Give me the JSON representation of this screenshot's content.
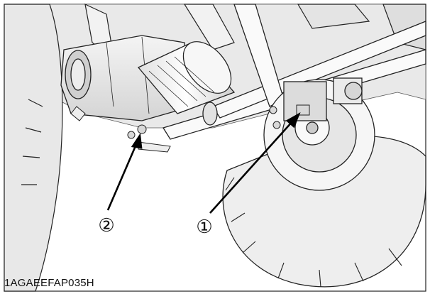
{
  "figure": {
    "caption": "1AGAEEFAP035H",
    "callouts": [
      {
        "id": "callout-1",
        "label": "①"
      },
      {
        "id": "callout-2",
        "label": "②"
      }
    ]
  }
}
